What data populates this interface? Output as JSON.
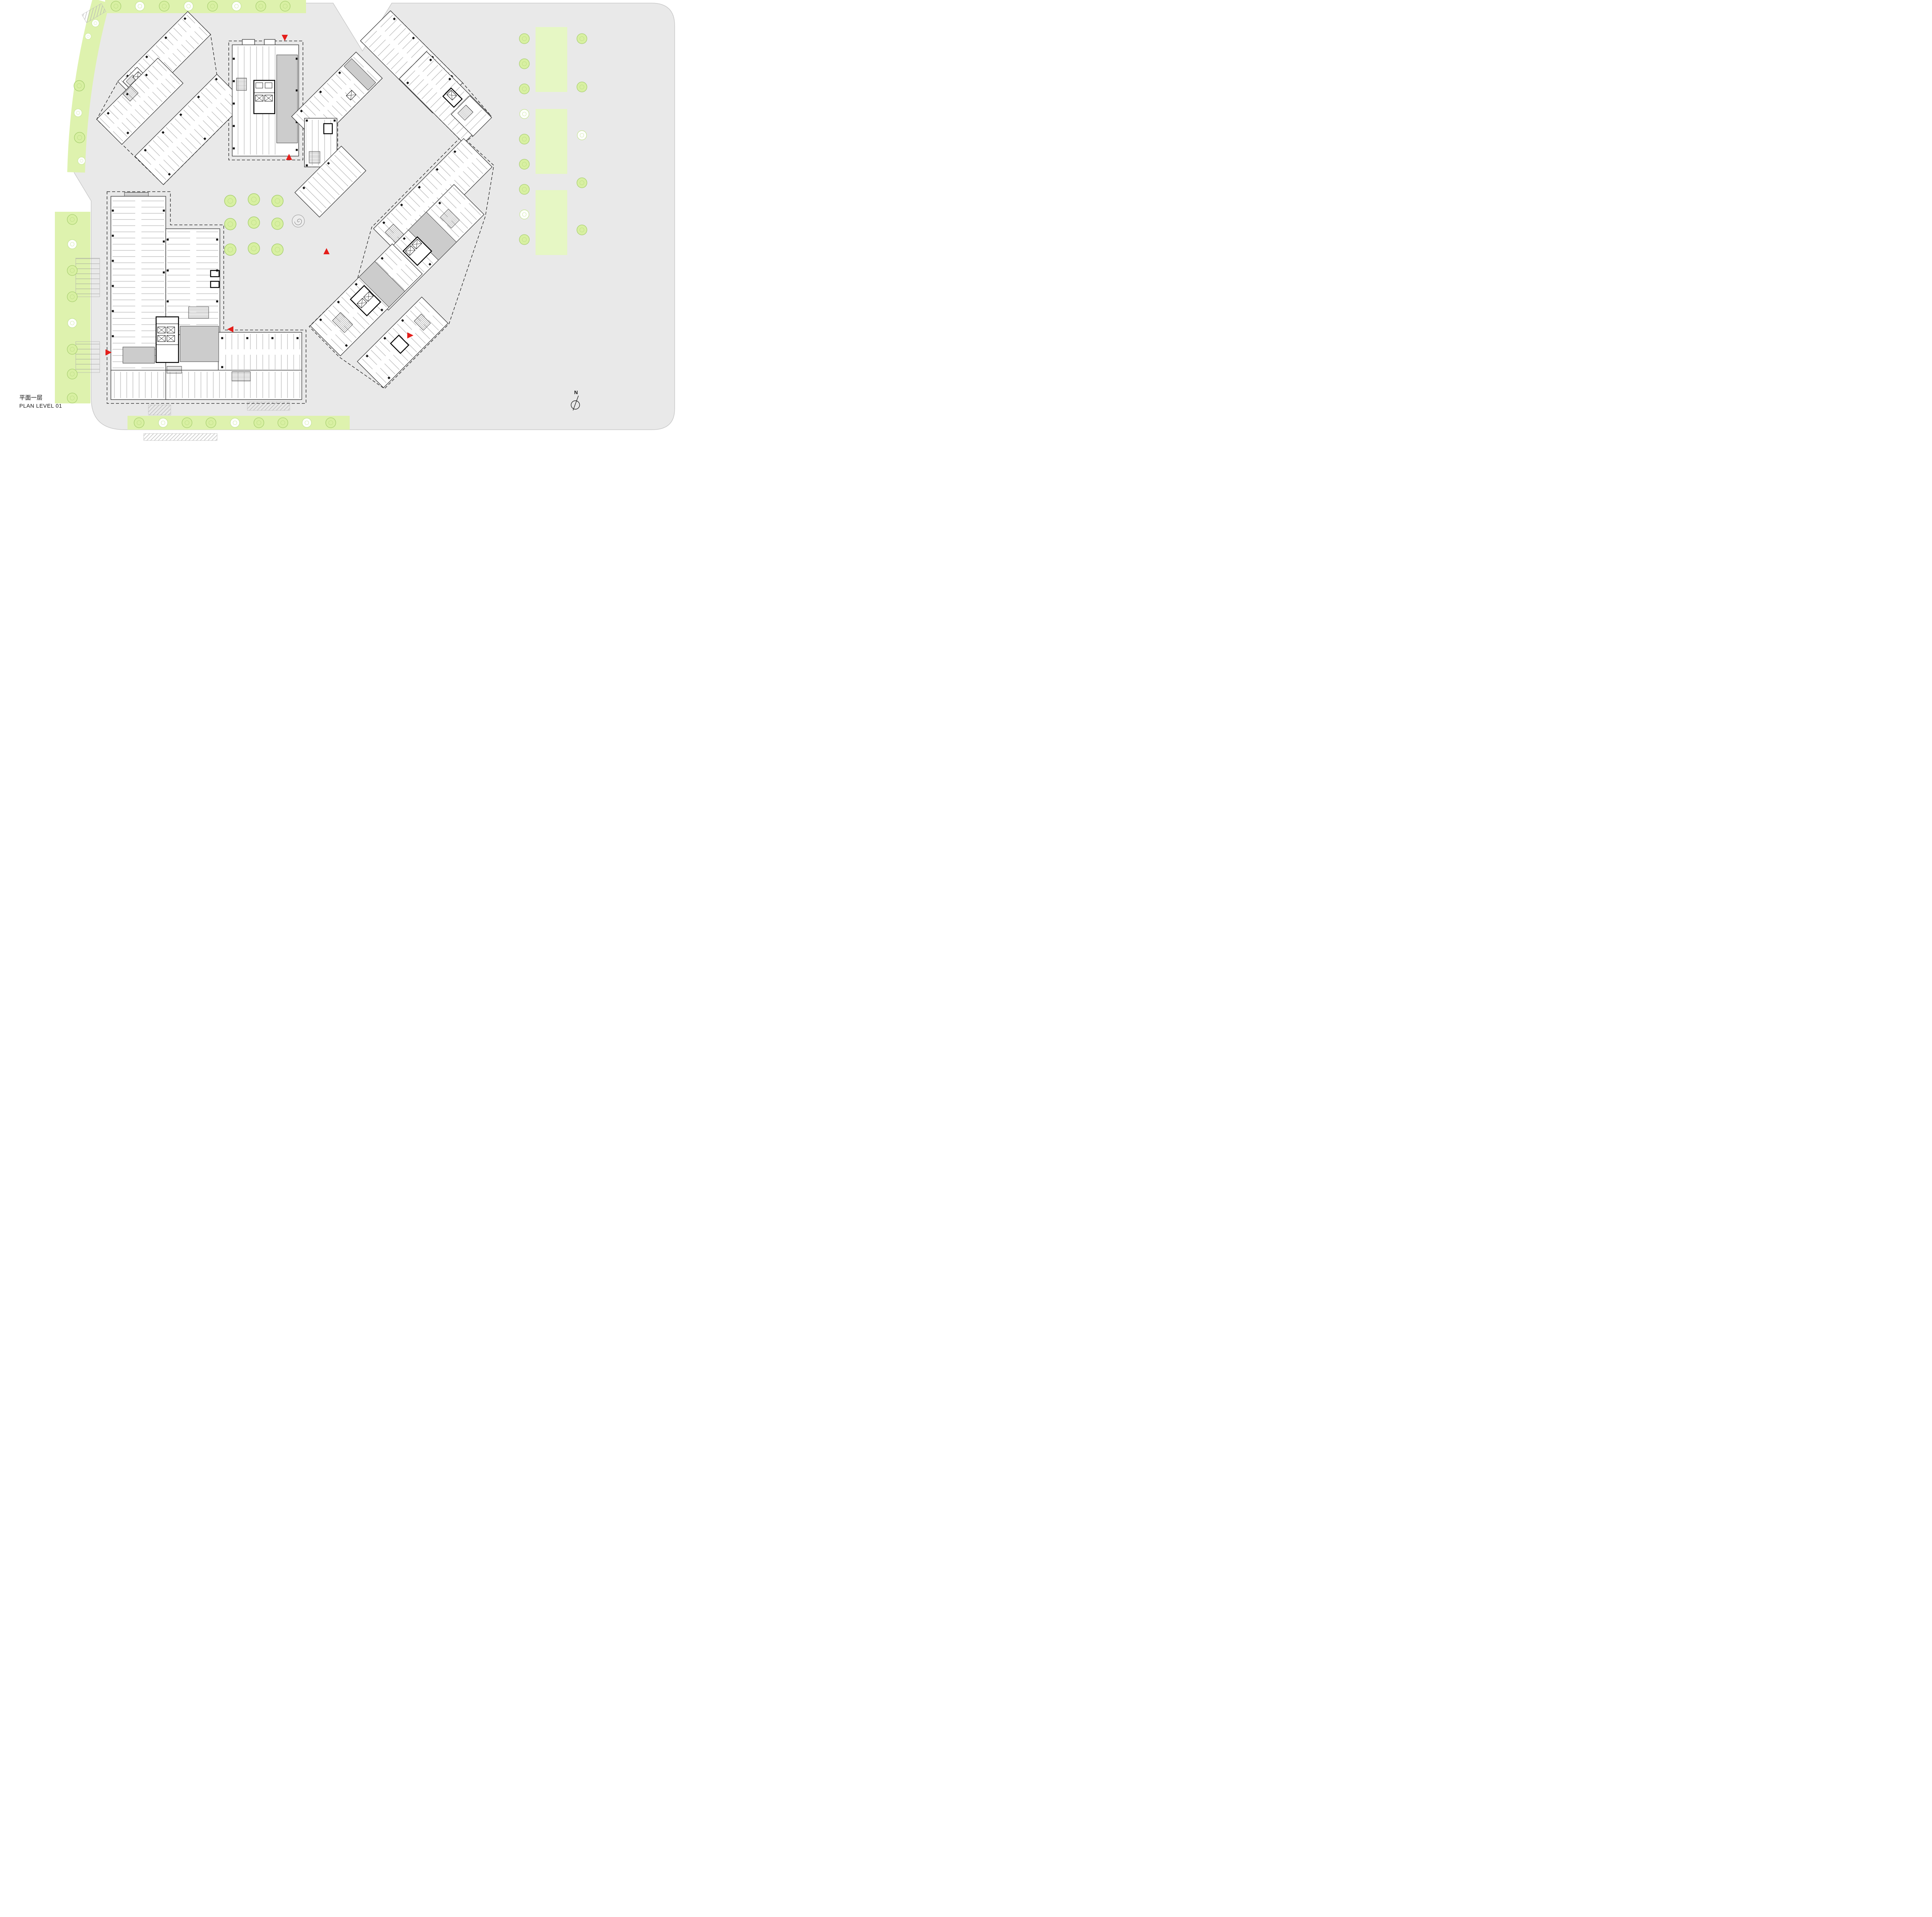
{
  "plan": {
    "title_zh": "平面一层",
    "title_en": "PLAN LEVEL 01",
    "north_label": "N"
  },
  "colors": {
    "site": "#e9e9e9",
    "green_strip": "#def2ae",
    "lawn": "#e6f7c4",
    "tree_fill": "#d8f0a2",
    "tree_stroke": "#a8cf70",
    "core_gray": "#cccccc",
    "building_stroke": "#3b3b3b",
    "marker_red": "#e41e1a"
  }
}
